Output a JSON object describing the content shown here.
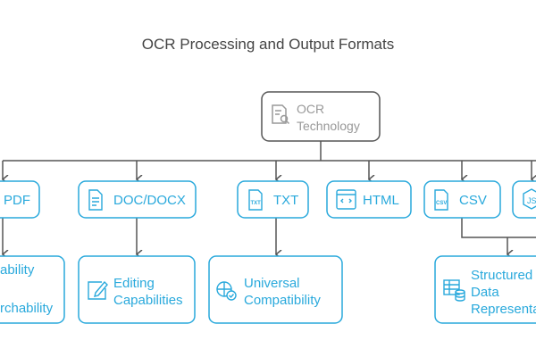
{
  "title": "OCR Processing and Output Formats",
  "root": {
    "line1": "OCR",
    "line2": "Technology",
    "icon": "document-search-icon"
  },
  "formats": [
    {
      "label": "PDF",
      "icon": "pdf-icon"
    },
    {
      "label": "DOC/DOCX",
      "icon": "document-icon"
    },
    {
      "label": "TXT",
      "icon": "txt-file-icon"
    },
    {
      "label": "HTML",
      "icon": "browser-code-icon"
    },
    {
      "label": "CSV",
      "icon": "csv-file-icon"
    },
    {
      "label": "",
      "icon": "json-hexagon-icon"
    }
  ],
  "benefits": [
    {
      "line1": "ability",
      "line2": "rchability"
    },
    {
      "line1": "Editing",
      "line2": "Capabilities",
      "icon": "edit-icon"
    },
    {
      "line1": "Universal",
      "line2": "Compatibility",
      "icon": "globe-check-icon"
    },
    {
      "line1": "Structured",
      "line2": "Data",
      "line3": "Representa",
      "icon": "table-database-icon"
    }
  ],
  "colors": {
    "accent": "#29a9dc",
    "connector": "#555555",
    "root_border": "#555555",
    "title": "#444444"
  }
}
